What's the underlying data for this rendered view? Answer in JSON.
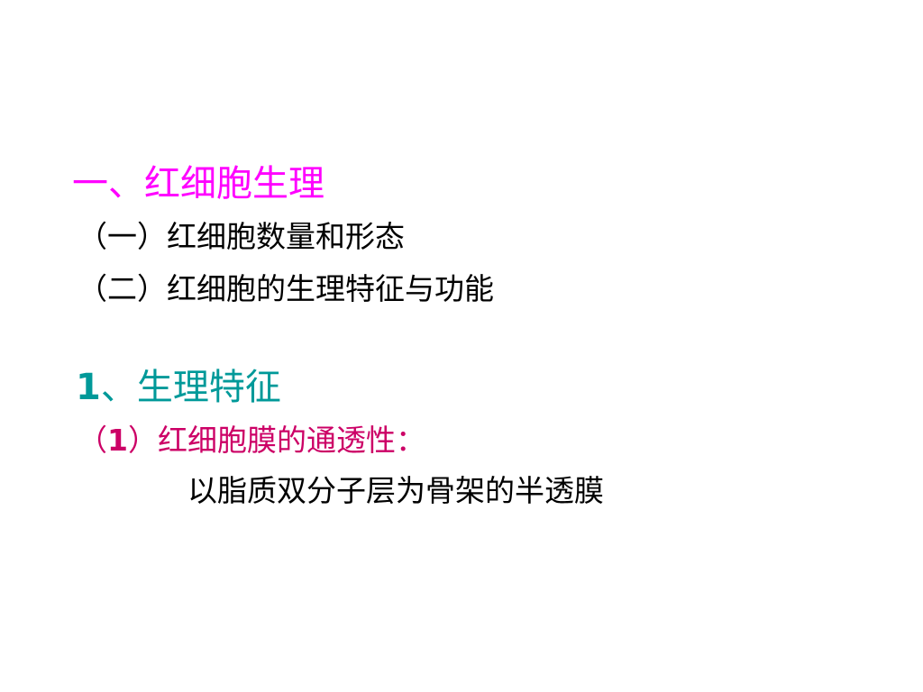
{
  "colors": {
    "heading_main": "#ff00ff",
    "heading_section": "#009999",
    "item": "#cc0066",
    "body_text": "#000000",
    "background": "#ffffff"
  },
  "heading_main": "一、红细胞生理",
  "subsections": [
    "（一）红细胞数量和形态",
    "（二）红细胞的生理特征与功能"
  ],
  "section": {
    "number": "1",
    "text": "、生理特征"
  },
  "item": {
    "open": "（",
    "number": "1",
    "text": "）红细胞膜的通透性："
  },
  "description": "以脂质双分子层为骨架的半透膜"
}
